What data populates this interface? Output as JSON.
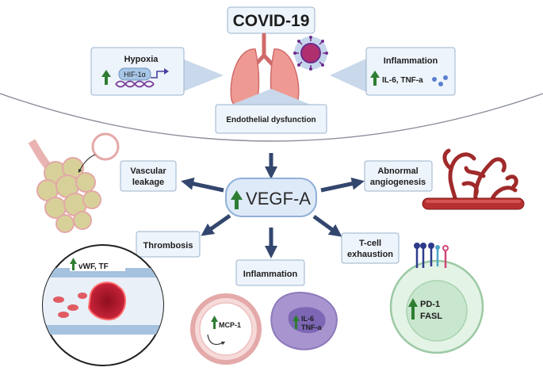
{
  "title": "COVID-19",
  "hypoxia": {
    "label": "Hypoxia",
    "gene": "HIF-1α"
  },
  "inflammation_top": {
    "label": "Inflammation",
    "cytokines": "IL-6, TNF-a"
  },
  "endothelial": "Endothelial dysfunction",
  "center": "VEGF-A",
  "vascular_leakage": {
    "line1": "Vascular",
    "line2": "leakage"
  },
  "abnormal_angiogenesis": {
    "line1": "Abnormal",
    "line2": "angiogenesis"
  },
  "thrombosis": {
    "label": "Thrombosis",
    "factors": "vWF, TF"
  },
  "inflammation_bottom": {
    "label": "Inflammation",
    "mcp": "MCP-1",
    "il6": "IL-6",
    "tnf": "TNF-a"
  },
  "tcell": {
    "line1": "T-cell",
    "line2": "exhaustion",
    "pd1": "PD-1",
    "fasl": "FASL"
  },
  "colors": {
    "up_arrow": "#2e7d32",
    "flow_arrow": "#33466e",
    "box_fill": "#eef4fb",
    "box_stroke": "#9bb3cc"
  }
}
